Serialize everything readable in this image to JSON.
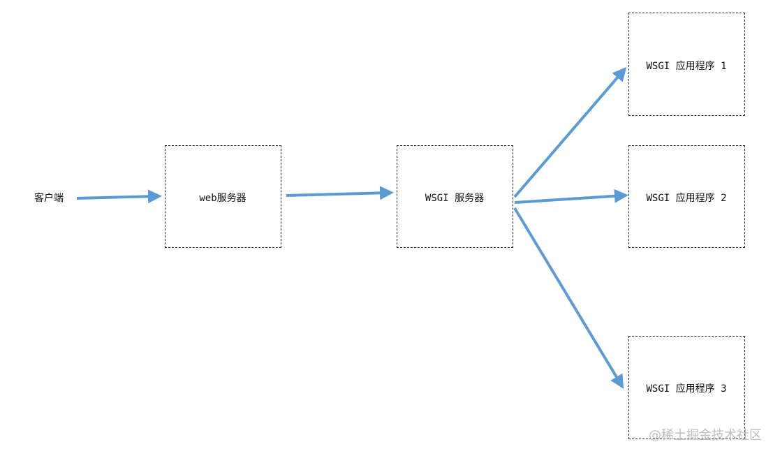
{
  "nodes": {
    "client": "客户端",
    "web_server": "web服务器",
    "wsgi_server": "WSGI 服务器",
    "app1": "WSGI 应用程序 1",
    "app2": "WSGI 应用程序 2",
    "app3": "WSGI 应用程序 3"
  },
  "watermark": "@稀土掘金技术社区",
  "colors": {
    "arrow": "#5b9bd5",
    "border": "#222222"
  }
}
